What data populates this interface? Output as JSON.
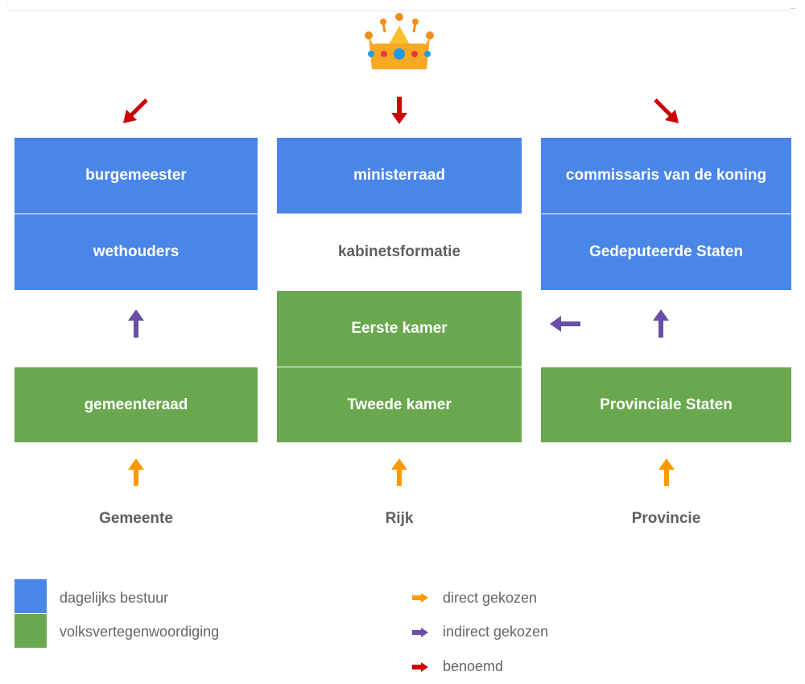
{
  "colors": {
    "blue": "#4a86e8",
    "green": "#6aa84f",
    "orange": "#ff9900",
    "purple": "#674ea7",
    "red": "#cc0000",
    "label": "#5f5f5f"
  },
  "top_icon": "crown-icon",
  "columns": {
    "gemeente": {
      "label": "Gemeente",
      "burgemeester": "burgemeester",
      "wethouders": "wethouders",
      "raad": "gemeenteraad"
    },
    "rijk": {
      "label": "Rijk",
      "ministerraad": "ministerraad",
      "formatie": "kabinetsformatie",
      "eerste_kamer": "Eerste kamer",
      "tweede_kamer": "Tweede kamer"
    },
    "provincie": {
      "label": "Provincie",
      "commissaris": "commissaris van de koning",
      "gedeputeerde": "Gedeputeerde Staten",
      "staten": "Provinciale Staten"
    }
  },
  "legend": {
    "boxes": [
      {
        "label": "dagelijks bestuur",
        "color": "#4a86e8"
      },
      {
        "label": "volksvertegenwoordiging",
        "color": "#6aa84f"
      }
    ],
    "arrows": [
      {
        "label": "direct gekozen",
        "color": "#ff9900"
      },
      {
        "label": "indirect gekozen",
        "color": "#674ea7"
      },
      {
        "label": "benoemd",
        "color": "#cc0000"
      }
    ]
  }
}
